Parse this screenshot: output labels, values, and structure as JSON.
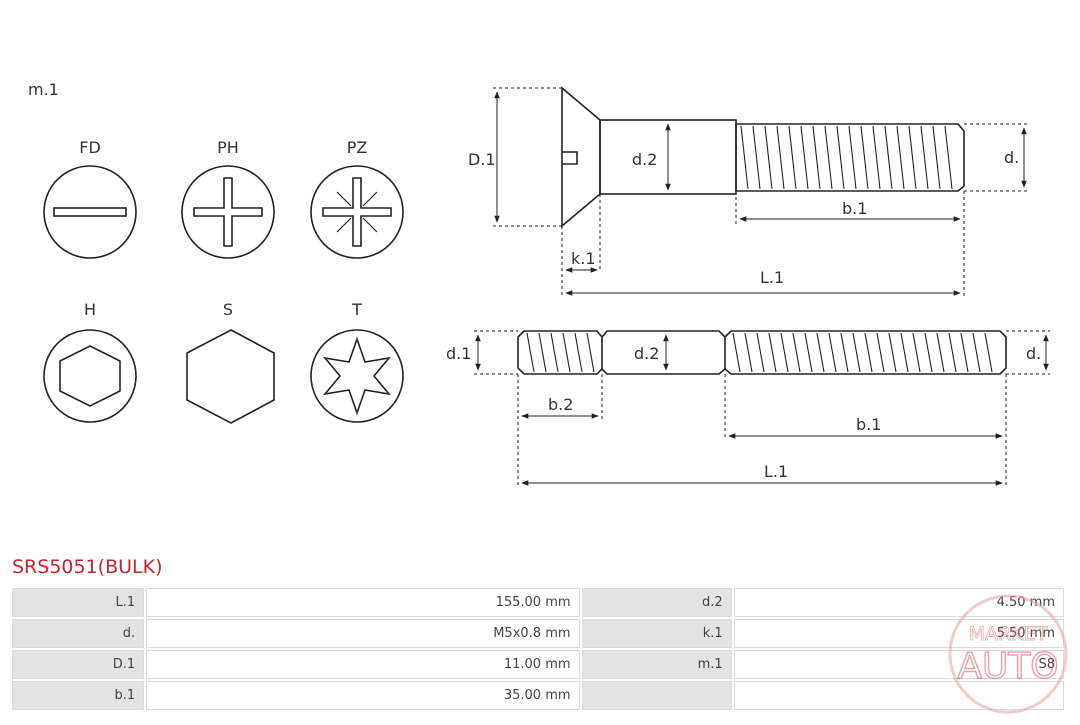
{
  "diagram": {
    "mount_label": "m.1",
    "drive_types": [
      {
        "code": "FD",
        "icon": "slotted-drive-icon"
      },
      {
        "code": "PH",
        "icon": "phillips-drive-icon"
      },
      {
        "code": "PZ",
        "icon": "pozidriv-drive-icon"
      },
      {
        "code": "H",
        "icon": "hex-socket-drive-icon"
      },
      {
        "code": "S",
        "icon": "hex-head-icon"
      },
      {
        "code": "T",
        "icon": "torx-drive-icon"
      }
    ],
    "screw_dims": {
      "D1": "D.1",
      "d2": "d.2",
      "d": "d.",
      "b1": "b.1",
      "k1": "k.1",
      "L1": "L.1"
    },
    "stud_dims": {
      "d1": "d.1",
      "d2": "d.2",
      "d": "d.",
      "b2": "b.2",
      "b1": "b.1",
      "L1": "L.1"
    }
  },
  "product": {
    "code": "SRS5051(BULK)"
  },
  "specs": [
    [
      {
        "label": "L.1",
        "value": "155.00 mm"
      },
      {
        "label": "d.2",
        "value": "4.50 mm"
      }
    ],
    [
      {
        "label": "d.",
        "value": "M5x0.8 mm"
      },
      {
        "label": "k.1",
        "value": "5.50 mm"
      }
    ],
    [
      {
        "label": "D.1",
        "value": "11.00 mm"
      },
      {
        "label": "m.1",
        "value": "S8"
      }
    ],
    [
      {
        "label": "b.1",
        "value": "35.00 mm"
      },
      {
        "label": "",
        "value": ""
      }
    ]
  ],
  "watermark": {
    "line1": "MARKET",
    "line2": "AUTO"
  },
  "colors": {
    "accent": "#c0262e",
    "label_bg": "#e3e3e3",
    "border": "#dcdcdc"
  }
}
